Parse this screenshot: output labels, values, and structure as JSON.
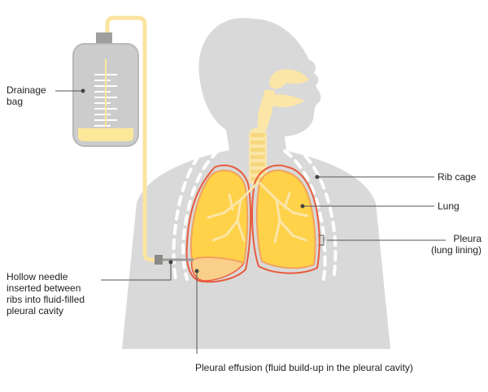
{
  "labels": {
    "drainage_bag": [
      "Drainage",
      "bag"
    ],
    "rib_cage": "Rib cage",
    "lung": "Lung",
    "pleura": [
      "Pleura",
      "(lung lining)"
    ],
    "hollow_needle": [
      "Hollow needle",
      "inserted between",
      "ribs into fluid-filled",
      "pleural cavity"
    ],
    "pleural_effusion": "Pleural effusion (fluid build-up in the pleural cavity)"
  },
  "colors": {
    "body": "#d9d9d9",
    "body_shade": "#cfcfcf",
    "airway": "#fbe6a8",
    "lung_fill": "#ffd24a",
    "lung_outline": "#f2a35c",
    "pleura_line": "#e85a3c",
    "effusion": "#f9cf8a",
    "ribs": "#bdbdbd",
    "tube": "#fbe4a0",
    "bag_body": "#cccccc",
    "bag_fluid": "#fde89a",
    "leader": "#555555"
  }
}
